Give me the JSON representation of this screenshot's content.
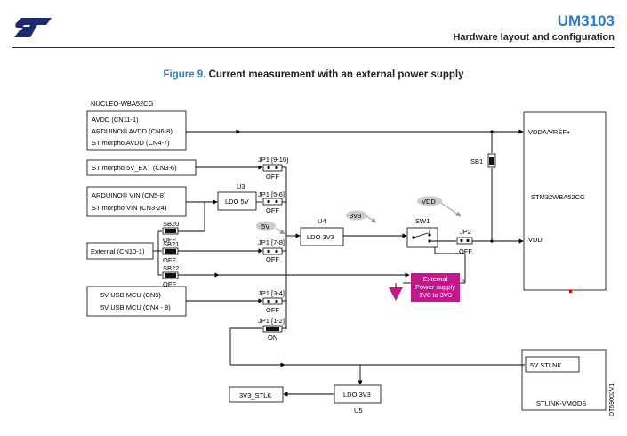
{
  "header": {
    "doc_id": "UM3103",
    "doc_subtitle": "Hardware layout and configuration",
    "logo_text": "ST"
  },
  "figure": {
    "number": "Figure 9.",
    "title": "Current measurement with an external power supply",
    "side_code": "DT59002V1"
  },
  "board": {
    "label": "NUCLEO-WBA52CG",
    "avdd_lines": [
      "AVDD (CN11-1)",
      "ARDUINO® AVDD (CN6-8)",
      "ST morpho AVDD (CN4-7)"
    ],
    "vext": "ST morpho 5V_EXT (CN3-6)",
    "vin_lines": [
      "ARDUINO® VIN (CN5-8)",
      "ST morpho VIN (CN3-24)"
    ],
    "external": "External (CN10-1)",
    "usb_lines": [
      "5V USB MCU (CN9)",
      "5V USB MCU (CN4 - 8)"
    ],
    "stlk_out": "3V3_STLK"
  },
  "jumpers": {
    "jp1_9_10": "JP1 [9-10]",
    "jp1_5_6": "JP1 [5-6]",
    "jp1_7_8": "JP1 [7-8]",
    "jp1_3_4": "JP1 [3-4]",
    "jp1_1_2": "JP1 [1-2]",
    "jp2": "JP2",
    "sb1": "SB1",
    "sb20": "SB20",
    "sb21": "SB21",
    "sb22": "SB22",
    "sw1": "SW1",
    "off": "OFF",
    "on": "ON"
  },
  "components": {
    "u3_name": "U3",
    "u3_label": "LDO 5V",
    "u4_name": "U4",
    "u4_label": "LDO 3V3",
    "u5_name": "U5",
    "u5_label": "LDO 3V3",
    "stlink_out": "5V STLNK",
    "stlink_board": "STLINK-VMODS"
  },
  "mcu": {
    "name": "STM32WBA52CG",
    "vdda": "VDDA/VREF+",
    "vdd": "VDD"
  },
  "bubbles": {
    "v5": "5V",
    "v3v3": "3V3",
    "vdd": "VDD"
  },
  "ext_supply": {
    "lines": [
      "External",
      "Power supply",
      "1V8 to 3V3"
    ],
    "minus": "-",
    "plus": "+"
  },
  "colors": {
    "accent": "#2f7ec1",
    "supply": "#c0198b",
    "bubble": "#cccccc"
  }
}
